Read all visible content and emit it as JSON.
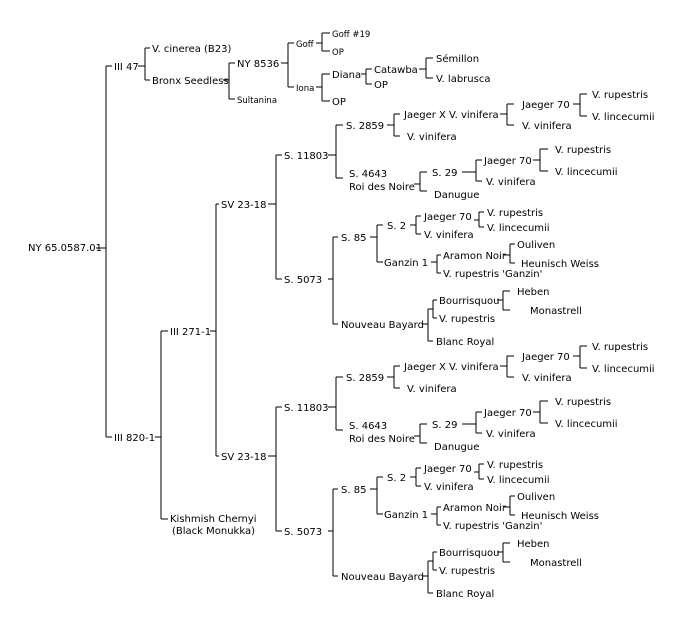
{
  "pedigree": {
    "root": "NY 65.0587.01",
    "iii47": {
      "label": "III 47",
      "cinerea": "V. cinerea (B23)",
      "bronx": "Bronx Seedless",
      "ny8536": "NY 8536",
      "sultanina": "Sultanina",
      "goff": "Goff",
      "goff19": "Goff #19",
      "op1": "OP",
      "iona": "Iona",
      "diana": "Diana",
      "catawba": "Catawba",
      "semillon": "Sémillon",
      "labrusca": "V. labrusca",
      "op2": "OP",
      "op3": "OP"
    },
    "iii820": {
      "label": "III 820-1",
      "iii271": "III 271-1",
      "kishmish_line1": "Kishmish Chernyi",
      "kishmish_line2": "(Black Monukka)"
    },
    "sv": {
      "label": "SV 23-18",
      "s11803": "S. 11803",
      "s2859": "S. 2859",
      "jaeger_x_vinifera": "Jaeger X V. vinifera",
      "jaeger70": "Jaeger 70",
      "rupestris": "V. rupestris",
      "lincecumii": "V. lincecumii",
      "vinifera": "V. vinifera",
      "s4643_line1": "S. 4643",
      "s4643_line2": "Roi des Noire",
      "s29": "S. 29",
      "danugue": "Danugue",
      "s5073": "S. 5073",
      "s85": "S. 85",
      "s2": "S. 2",
      "ganzin1": "Ganzin 1",
      "aramon_noir": "Aramon Noir",
      "oulivien": "Ouliven",
      "heunisch": "Heunisch Weiss",
      "rupestris_ganzin": "V. rupestris 'Ganzin'",
      "nouveau_bayard": "Nouveau Bayard",
      "bourrisquou": "Bourrisquou",
      "heben": "Heben",
      "monastrell": "Monastrell",
      "blanc_royal": "Blanc Royal"
    }
  }
}
